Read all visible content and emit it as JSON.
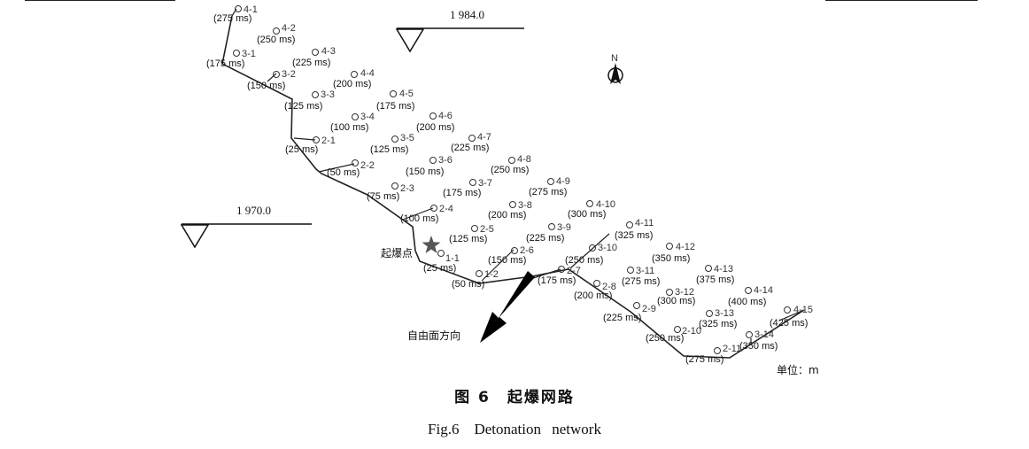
{
  "elevations": {
    "upper": "1 984.0",
    "lower": "1 970.0"
  },
  "north_label": "N",
  "initiation_label": "起爆点",
  "free_face_label": "自由面方向",
  "unit_label": "单位：m",
  "caption_cn": "图 6　起爆网路",
  "caption_en": "Fig.6　Detonation network",
  "holes": [
    {
      "id": "4-1",
      "delay": "(275 ms)"
    },
    {
      "id": "4-2",
      "delay": "(250 ms)"
    },
    {
      "id": "4-3",
      "delay": "(225 ms)"
    },
    {
      "id": "4-4",
      "delay": "(200 ms)"
    },
    {
      "id": "4-5",
      "delay": "(175 ms)"
    },
    {
      "id": "4-6",
      "delay": "(200 ms)"
    },
    {
      "id": "4-7",
      "delay": "(225 ms)"
    },
    {
      "id": "4-8",
      "delay": "(250 ms)"
    },
    {
      "id": "4-9",
      "delay": "(275 ms)"
    },
    {
      "id": "4-10",
      "delay": "(300 ms)"
    },
    {
      "id": "4-11",
      "delay": "(325 ms)"
    },
    {
      "id": "4-12",
      "delay": "(350 ms)"
    },
    {
      "id": "4-13",
      "delay": "(375 ms)"
    },
    {
      "id": "4-14",
      "delay": "(400 ms)"
    },
    {
      "id": "4-15",
      "delay": "(425 ms)"
    },
    {
      "id": "3-1",
      "delay": "(175 ms)"
    },
    {
      "id": "3-2",
      "delay": "(150 ms)"
    },
    {
      "id": "3-3",
      "delay": "(125 ms)"
    },
    {
      "id": "3-4",
      "delay": "(100 ms)"
    },
    {
      "id": "3-5",
      "delay": "(125 ms)"
    },
    {
      "id": "3-6",
      "delay": "(150 ms)"
    },
    {
      "id": "3-7",
      "delay": "(175 ms)"
    },
    {
      "id": "3-8",
      "delay": "(200 ms)"
    },
    {
      "id": "3-9",
      "delay": "(225 ms)"
    },
    {
      "id": "3-10",
      "delay": "(250 ms)"
    },
    {
      "id": "3-11",
      "delay": "(275 ms)"
    },
    {
      "id": "3-12",
      "delay": "(300 ms)"
    },
    {
      "id": "3-13",
      "delay": "(325 ms)"
    },
    {
      "id": "3-14",
      "delay": "(350 ms)"
    },
    {
      "id": "2-1",
      "delay": "(25 ms)"
    },
    {
      "id": "2-2",
      "delay": "(50 ms)"
    },
    {
      "id": "2-3",
      "delay": "(75 ms)"
    },
    {
      "id": "2-4",
      "delay": "(100 ms)"
    },
    {
      "id": "2-5",
      "delay": "(125 ms)"
    },
    {
      "id": "2-6",
      "delay": "(150 ms)"
    },
    {
      "id": "2-7",
      "delay": "(175 ms)"
    },
    {
      "id": "2-8",
      "delay": "(200 ms)"
    },
    {
      "id": "2-9",
      "delay": "(225 ms)"
    },
    {
      "id": "2-10",
      "delay": "(250 ms)"
    },
    {
      "id": "2-11",
      "delay": "(275 ms)"
    },
    {
      "id": "1-1",
      "delay": "(25 ms)"
    },
    {
      "id": "1-2",
      "delay": "(50 ms)"
    }
  ]
}
